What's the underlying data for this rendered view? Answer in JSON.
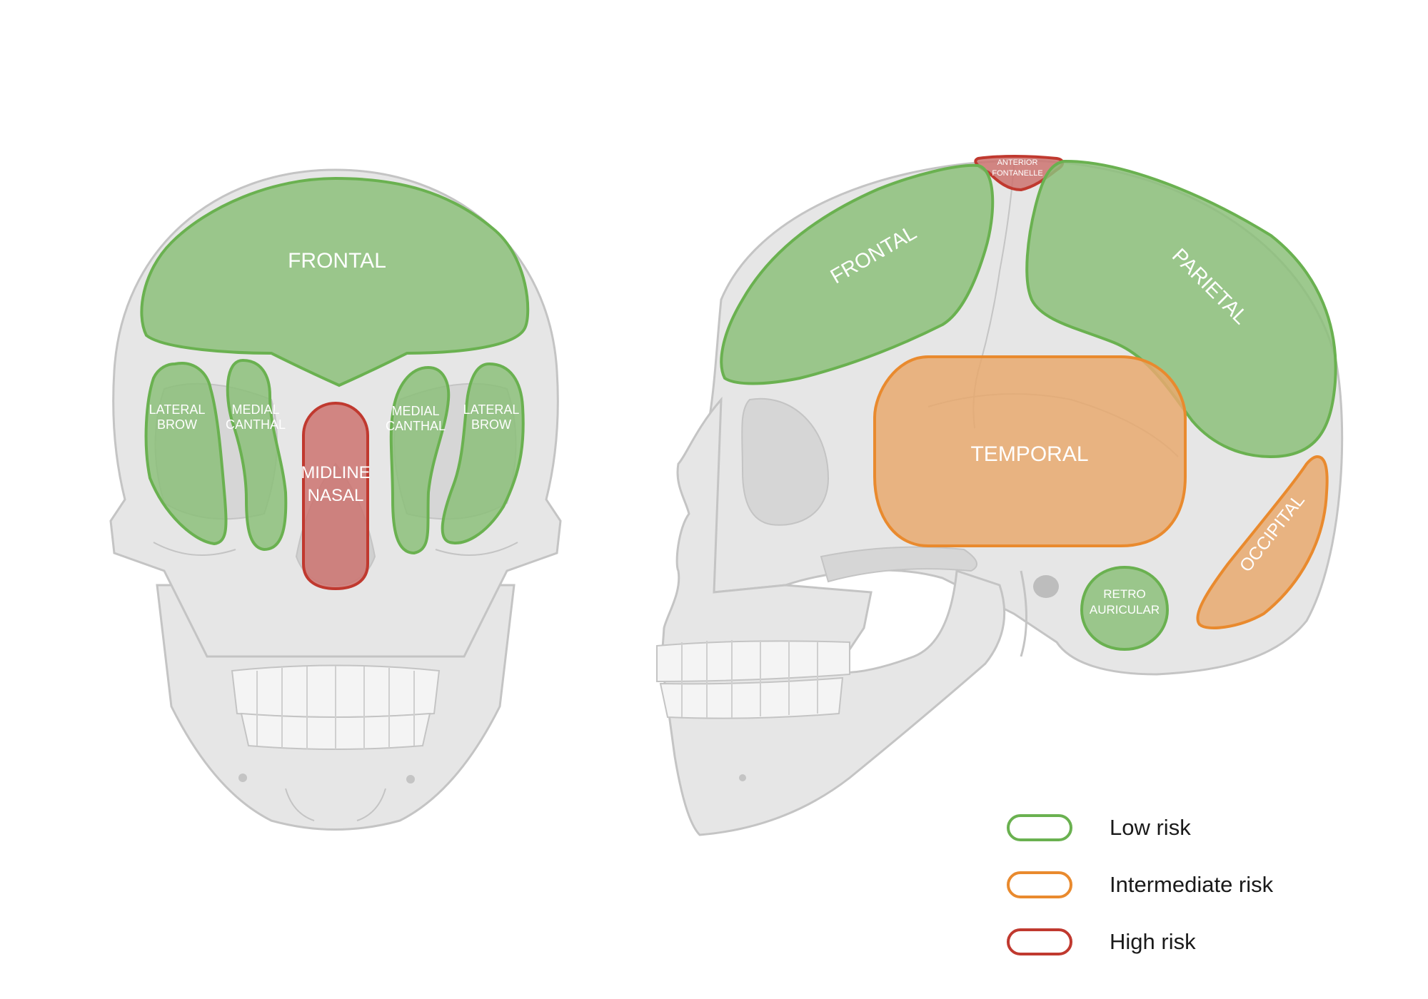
{
  "front_view": {
    "regions": [
      {
        "name": "frontal",
        "risk": "low",
        "lines": [
          "FRONTAL"
        ]
      },
      {
        "name": "lateral-brow-left",
        "risk": "low",
        "lines": [
          "LATERAL",
          "BROW"
        ]
      },
      {
        "name": "medial-canthal-left",
        "risk": "low",
        "lines": [
          "MEDIAL",
          "CANTHAL"
        ]
      },
      {
        "name": "midline-nasal",
        "risk": "high",
        "lines": [
          "MIDLINE",
          "NASAL"
        ]
      },
      {
        "name": "medial-canthal-right",
        "risk": "low",
        "lines": [
          "MEDIAL",
          "CANTHAL"
        ]
      },
      {
        "name": "lateral-brow-right",
        "risk": "low",
        "lines": [
          "LATERAL",
          "BROW"
        ]
      }
    ]
  },
  "side_view": {
    "regions": [
      {
        "name": "anterior-fontanelle",
        "risk": "high",
        "lines": [
          "ANTERIOR",
          "FONTANELLE"
        ]
      },
      {
        "name": "frontal",
        "risk": "low",
        "lines": [
          "FRONTAL"
        ]
      },
      {
        "name": "parietal",
        "risk": "low",
        "lines": [
          "PARIETAL"
        ]
      },
      {
        "name": "temporal",
        "risk": "intermediate",
        "lines": [
          "TEMPORAL"
        ]
      },
      {
        "name": "occipital",
        "risk": "intermediate",
        "lines": [
          "OCCIPITAL"
        ]
      },
      {
        "name": "retro-auricular",
        "risk": "low",
        "lines": [
          "RETRO",
          "AURICULAR"
        ]
      }
    ]
  },
  "legend": [
    {
      "risk": "low",
      "label": "Low risk",
      "color": "#6ab150"
    },
    {
      "risk": "intermediate",
      "label": "Intermediate risk",
      "color": "#e98a2e"
    },
    {
      "risk": "high",
      "label": "High risk",
      "color": "#c0392f"
    }
  ],
  "colors": {
    "low_stroke": "#6ab150",
    "low_fill": "#8cc07a",
    "intermediate_stroke": "#e98a2e",
    "intermediate_fill": "#e7a96e",
    "high_stroke": "#c0392f",
    "high_fill": "#cc7370",
    "bone_fill": "#e6e6e6",
    "bone_shadow": "#d6d6d6",
    "bone_stroke": "#c4c4c4"
  }
}
